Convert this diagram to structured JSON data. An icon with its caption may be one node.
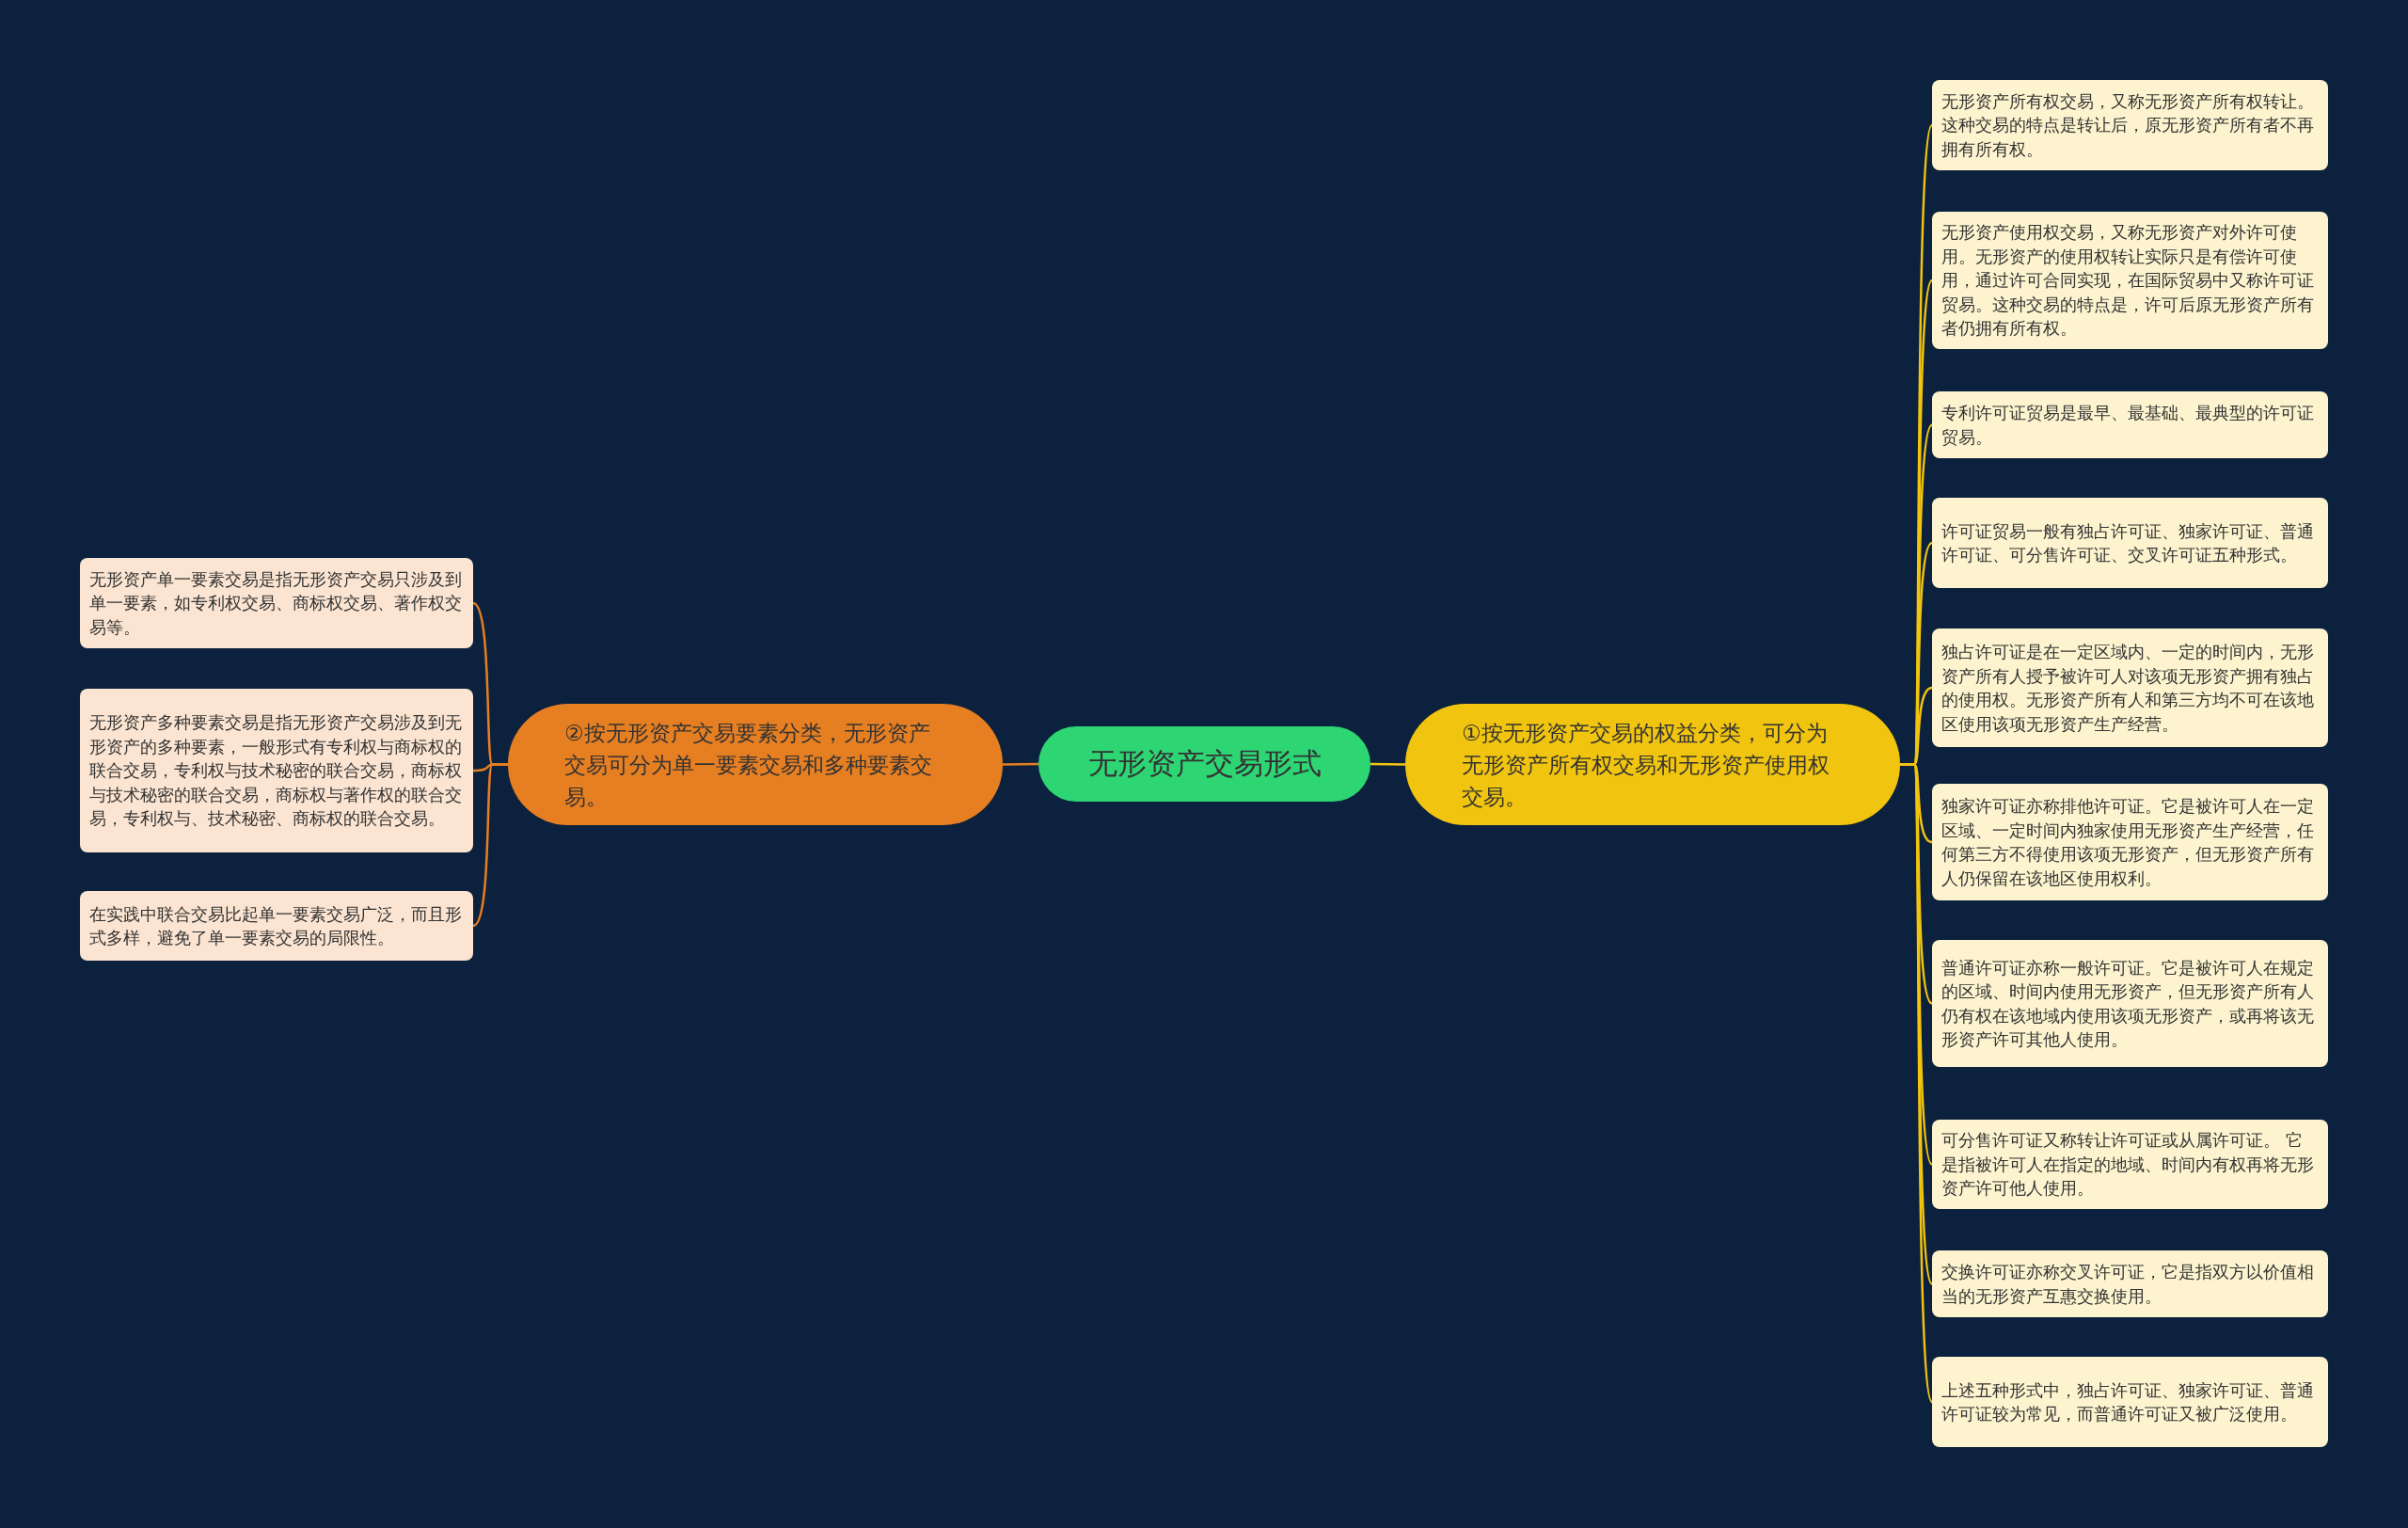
{
  "diagram": {
    "nodes": [
      {
        "text": [
          "无形资产交易形式"
        ]
      },
      {
        "text": [
          "①按无形资产交易的权益分类，可分为无形资产所有权交易和无形资产使用权交易。"
        ]
      },
      {
        "text": [
          "无形资产所有权交易，又称无形资产所有权转让。这种交易的特点是转让后，原无形资产所有者不再拥有所有权。"
        ]
      },
      {
        "text": [
          "无形资产使用权交易，又称无形资产对外许可使用。无形资产的使用权转让实际只是有偿许可使用，通过许可合同实现，在国际贸易中又称许可证贸易。这种交易的特点是，许可后原无形资产所有者仍拥有所有权。"
        ]
      },
      {
        "text": [
          "专利许可证贸易是最早、最基础、最典型的许可证贸易。"
        ]
      },
      {
        "text": [
          "许可证贸易一般有独占许可证、独家许可证、普通许可证、可分售许可证、交叉许可证五种形式。"
        ]
      },
      {
        "text": [
          "独占许可证是在一定区域内、一定的时间内，无形资产所有人授予被许可人对该项无形资产拥有独占的使用权。无形资产所有人和第三方均不可在该地区使用该项无形资产生产经营。"
        ]
      },
      {
        "text": [
          "独家许可证亦称排他许可证。它是被许可人在一定区域、一定时间内独家使用无形资产生产经营，任何第三方不得使用该项无形资产，但无形资产所有人仍保留在该地区使用权利。"
        ]
      },
      {
        "text": [
          "普通许可证亦称一般许可证。它是被许可人在规定的区域、时间内使用无形资产，但无形资产所有人仍有权在该地域内使用该项无形资产，或再将该无形资产许可其他人使用。"
        ]
      },
      {
        "text": [
          "可分售许可证又称转让许可证或从属许可证。 它是指被许可人在指定的地域、时间内有权再将无形资产许可他人使用。"
        ]
      },
      {
        "text": [
          "交换许可证亦称交叉许可证，它是指双方以价值相当的无形资产互惠交换使用。"
        ]
      },
      {
        "text": [
          "上述五种形式中，独占许可证、独家许可证、普通许可证较为常见，而普通许可证又被广泛使用。"
        ]
      },
      {
        "text": [
          "②按无形资产交易要素分类，无形资产交易可分为单一要素交易和多种要素交易。"
        ]
      },
      {
        "text": [
          "无形资产单一要素交易是指无形资产交易只涉及到单一要素，如专利权交易、商标权交易、著作权交易等。"
        ]
      },
      {
        "text": [
          "无形资产多种要素交易是指无形资产交易涉及到无形资产的多种要素，一般形式有专利权与商标权的联合交易，专利权与技术秘密的联合交易，商标权与技术秘密的联合交易，商标权与著作权的联合交易，专利权与、技术秘密、商标权的联合交易。"
        ]
      },
      {
        "text": [
          "在实践中联合交易比起单一要素交易广泛，而且形式多样，避免了单一要素交易的局限性。"
        ]
      }
    ],
    "edges": [
      {
        "from": 0,
        "to": 1,
        "arrow": "none"
      },
      {
        "from": 1,
        "to": 2,
        "arrow": "none"
      },
      {
        "from": 1,
        "to": 3,
        "arrow": "none"
      },
      {
        "from": 1,
        "to": 4,
        "arrow": "none"
      },
      {
        "from": 1,
        "to": 5,
        "arrow": "none"
      },
      {
        "from": 1,
        "to": 6,
        "arrow": "none"
      },
      {
        "from": 1,
        "to": 7,
        "arrow": "none"
      },
      {
        "from": 1,
        "to": 8,
        "arrow": "none"
      },
      {
        "from": 1,
        "to": 9,
        "arrow": "none"
      },
      {
        "from": 1,
        "to": 10,
        "arrow": "none"
      },
      {
        "from": 1,
        "to": 11,
        "arrow": "none"
      },
      {
        "from": 0,
        "to": 12,
        "arrow": "none",
        "color": "#e67e22"
      },
      {
        "from": 12,
        "to": 13,
        "arrow": "none",
        "color": "#e67e22"
      },
      {
        "from": 12,
        "to": 14,
        "arrow": "none",
        "color": "#e67e22"
      },
      {
        "from": 12,
        "to": 15,
        "arrow": "none",
        "color": "#e67e22"
      }
    ]
  }
}
